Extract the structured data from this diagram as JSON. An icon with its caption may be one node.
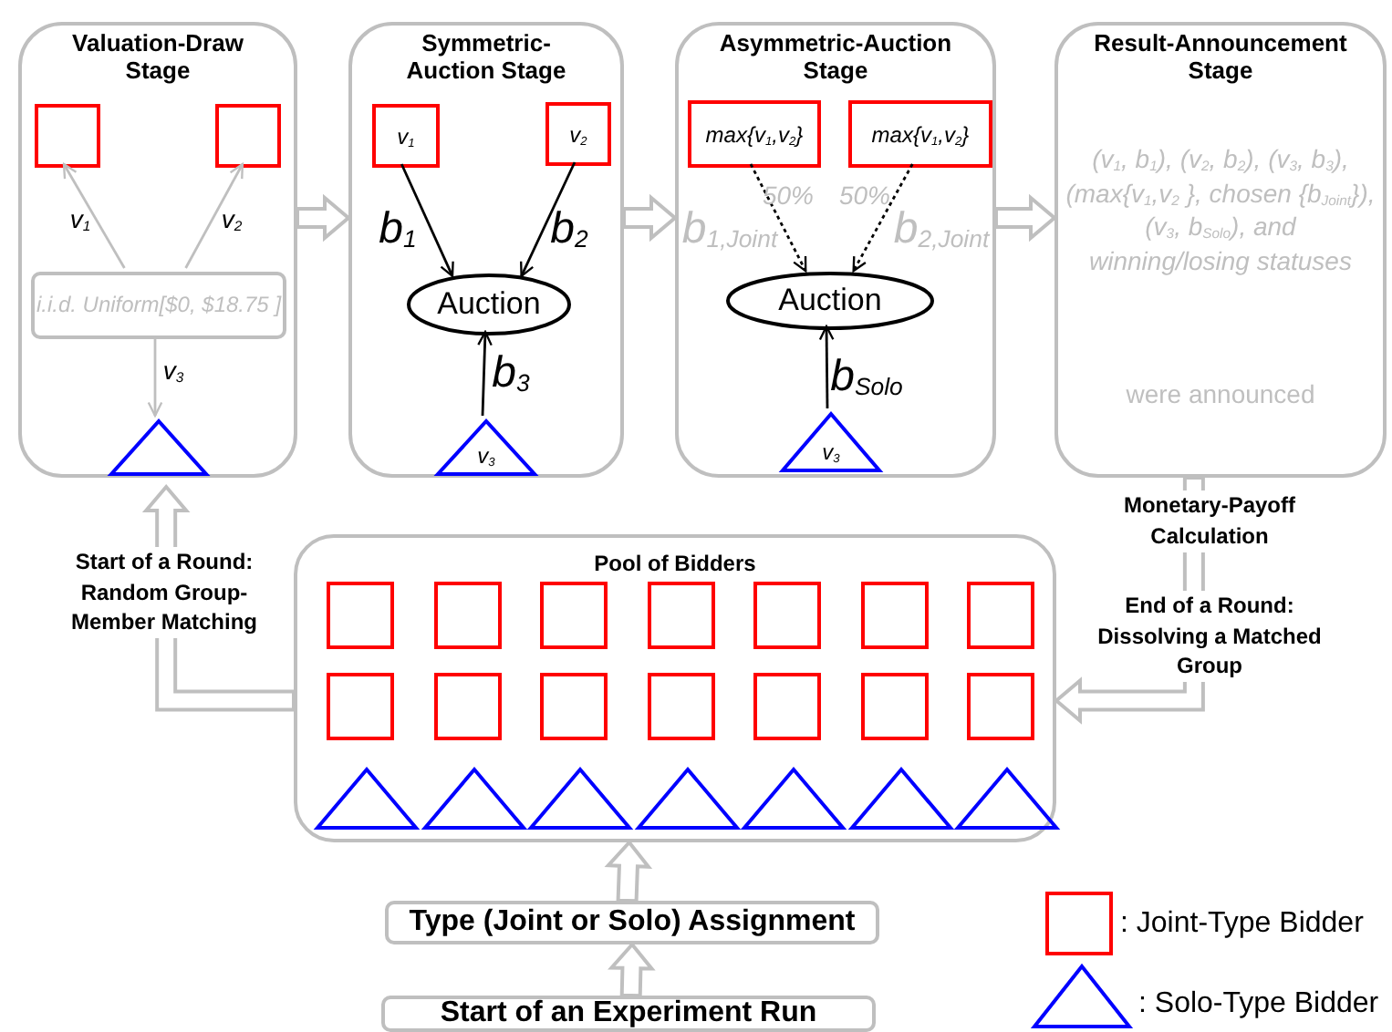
{
  "diagram": {
    "nodes": [
      {
        "text": [
          "Valuation-Draw Stage"
        ]
      },
      {
        "text": [],
        "shape": "box",
        "in": 0
      },
      {
        "text": [],
        "shape": "box",
        "in": 0
      },
      {
        "text": [
          "i.i.d. Uniform[$0, $18.75 ]"
        ],
        "in": 0
      },
      {
        "text": [],
        "shape": "triangle",
        "in": 0
      },
      {
        "text": [
          "Symmetric-Auction Stage"
        ]
      },
      {
        "text": [
          "v$_{1}$"
        ],
        "in": 5
      },
      {
        "text": [
          "v$_{2}$"
        ],
        "in": 5
      },
      {
        "text": [
          "Auction"
        ],
        "in": 5
      },
      {
        "text": [
          "v$_{3}$"
        ],
        "in": 5
      },
      {
        "text": [
          "Asymmetric-Auction Stage"
        ]
      },
      {
        "text": [
          "max{v$_{1}$,v$_{2}$}"
        ],
        "in": 10
      },
      {
        "text": [
          "max{v$_{1}$,v$_{2}$}"
        ],
        "in": 10
      },
      {
        "text": [
          "Auction"
        ],
        "in": 10
      },
      {
        "text": [
          "v$_{3}$"
        ],
        "in": 10
      },
      {
        "text": [
          "Result-Announcement Stage",
          "(v$_{1}$, b$_{1}$), (v$_{2}$, b$_{2}$), (v$_{3}$, b$_{3}$), (max{v$_{1}$,v$_{2}$ }, chosen {b$_{Joint}$}), (v$_{3}$, b$_{Solo}$), and winning/losing statuses",
          "were announced"
        ]
      },
      {
        "text": [
          "Pool of Bidders"
        ]
      },
      {
        "text": [],
        "shape": "box",
        "in": 16
      },
      {
        "text": [],
        "shape": "box",
        "in": 16
      },
      {
        "text": [],
        "shape": "box",
        "in": 16
      },
      {
        "text": [],
        "shape": "box",
        "in": 16
      },
      {
        "text": [],
        "shape": "box",
        "in": 16
      },
      {
        "text": [],
        "shape": "box",
        "in": 16
      },
      {
        "text": [],
        "shape": "box",
        "in": 16
      },
      {
        "text": [],
        "shape": "box",
        "in": 16
      },
      {
        "text": [],
        "shape": "box",
        "in": 16
      },
      {
        "text": [],
        "shape": "box",
        "in": 16
      },
      {
        "text": [],
        "shape": "box",
        "in": 16
      },
      {
        "text": [],
        "shape": "box",
        "in": 16
      },
      {
        "text": [],
        "shape": "box",
        "in": 16
      },
      {
        "text": [],
        "shape": "box",
        "in": 16
      },
      {
        "text": [],
        "shape": "triangle",
        "in": 16
      },
      {
        "text": [],
        "shape": "triangle",
        "in": 16
      },
      {
        "text": [],
        "shape": "triangle",
        "in": 16
      },
      {
        "text": [],
        "shape": "triangle",
        "in": 16
      },
      {
        "text": [],
        "shape": "triangle",
        "in": 16
      },
      {
        "text": [],
        "shape": "triangle",
        "in": 16
      },
      {
        "text": [],
        "shape": "triangle",
        "in": 16
      },
      {
        "text": [
          "Type (Joint or Solo) Assignment"
        ]
      },
      {
        "text": [
          "Start of an Experiment Run"
        ]
      }
    ],
    "edges": [
      {
        "from": 3,
        "to": 1,
        "arrow": "to",
        "label": "v$_{1}$",
        "color": "#bfbfbf"
      },
      {
        "from": 3,
        "to": 2,
        "arrow": "to",
        "label": "v$_{2}$",
        "color": "#bfbfbf"
      },
      {
        "from": 3,
        "to": 4,
        "arrow": "to",
        "label": "v$_{3}$",
        "color": "#bfbfbf"
      },
      {
        "from": 6,
        "to": 8,
        "arrow": "to",
        "label": "b$_{1}$",
        "color": "#000000"
      },
      {
        "from": 7,
        "to": 8,
        "arrow": "to",
        "label": "b$_{2}$",
        "color": "#000000"
      },
      {
        "from": 9,
        "to": 8,
        "arrow": "to",
        "label": "b$_{3}$",
        "color": "#000000"
      },
      {
        "from": 11,
        "to": 13,
        "arrow": "to",
        "label": "50%",
        "style": "dashed",
        "color": "#000000"
      },
      {
        "from": 12,
        "to": 13,
        "arrow": "to",
        "label": "50%",
        "style": "dashed",
        "color": "#000000"
      },
      {
        "from": 14,
        "to": 13,
        "arrow": "to",
        "label": "b$_{Solo}$",
        "color": "#000000"
      },
      {
        "from": 0,
        "to": 5,
        "arrow": "to",
        "style": "thick"
      },
      {
        "from": 5,
        "to": 10,
        "arrow": "to",
        "style": "thick"
      },
      {
        "from": 10,
        "to": 15,
        "arrow": "to",
        "style": "thick"
      },
      {
        "from": 15,
        "to": 16,
        "arrow": "to",
        "style": "thick"
      },
      {
        "from": 16,
        "to": 0,
        "arrow": "to",
        "style": "thick"
      },
      {
        "from": 38,
        "to": 16,
        "arrow": "to",
        "style": "thick"
      },
      {
        "from": 39,
        "to": 38,
        "arrow": "to",
        "style": "thick"
      }
    ],
    "labels": [
      "b$_{1,Joint}$",
      "b$_{2,Joint}$",
      "Start of a Round: Random Group-Member Matching",
      "Monetary-Payoff Calculation",
      "End of a Round: Dissolving a Matched Group"
    ],
    "legend": [
      {
        "text": ": Joint-Type Bidder"
      },
      {
        "text": ": Solo-Type Bidder"
      }
    ]
  }
}
